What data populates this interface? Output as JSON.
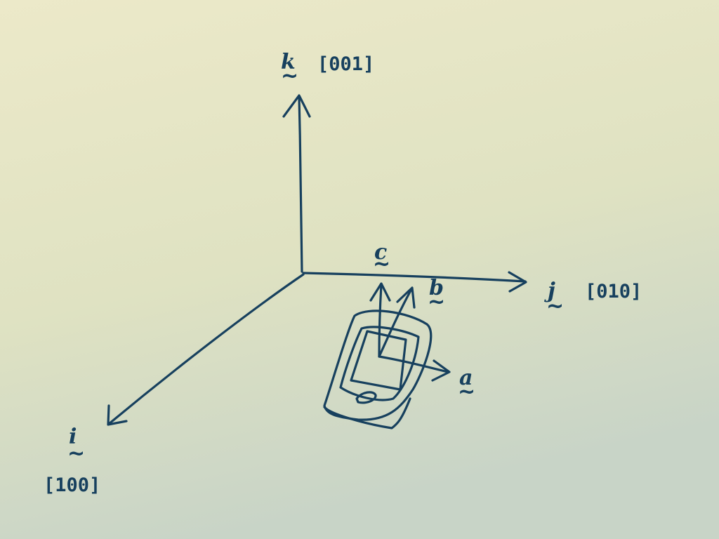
{
  "diagram": {
    "axes": {
      "k": {
        "symbol": "k",
        "direction": "[001]"
      },
      "j": {
        "symbol": "j",
        "direction": "[010]"
      },
      "i": {
        "symbol": "i",
        "direction": "[100]"
      }
    },
    "device_vectors": {
      "a": "a",
      "b": "b",
      "c": "c"
    },
    "underline_mark": "~",
    "colors": {
      "ink": "#17405e",
      "paper_light": "#ece9c8",
      "paper_dark": "#c9d3c6"
    }
  }
}
